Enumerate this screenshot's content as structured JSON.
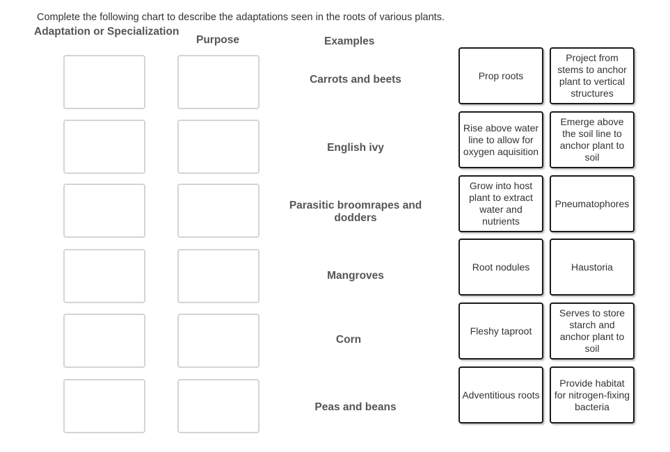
{
  "instructions": "Complete the following chart to describe the adaptations seen in the roots of various plants.",
  "headers": {
    "adaptation": "Adaptation or Specialization",
    "purpose": "Purpose",
    "examples": "Examples"
  },
  "examples": [
    "Carrots and beets",
    "English ivy",
    "Parasitic broomrapes and dodders",
    "Mangroves",
    "Corn",
    "Peas and beans"
  ],
  "tiles": [
    "Prop roots",
    "Project from stems to anchor plant to vertical structures",
    "Rise above water line to allow for oxygen aquisition",
    "Emerge above the soil line to anchor plant to soil",
    "Grow into host plant to extract water and nutrients",
    "Pneumatophores",
    "Root nodules",
    "Haustoria",
    "Fleshy taproot",
    "Serves to store starch and anchor plant to soil",
    "Adventitious roots",
    "Provide habitat for nitrogen-fixing bacteria"
  ]
}
